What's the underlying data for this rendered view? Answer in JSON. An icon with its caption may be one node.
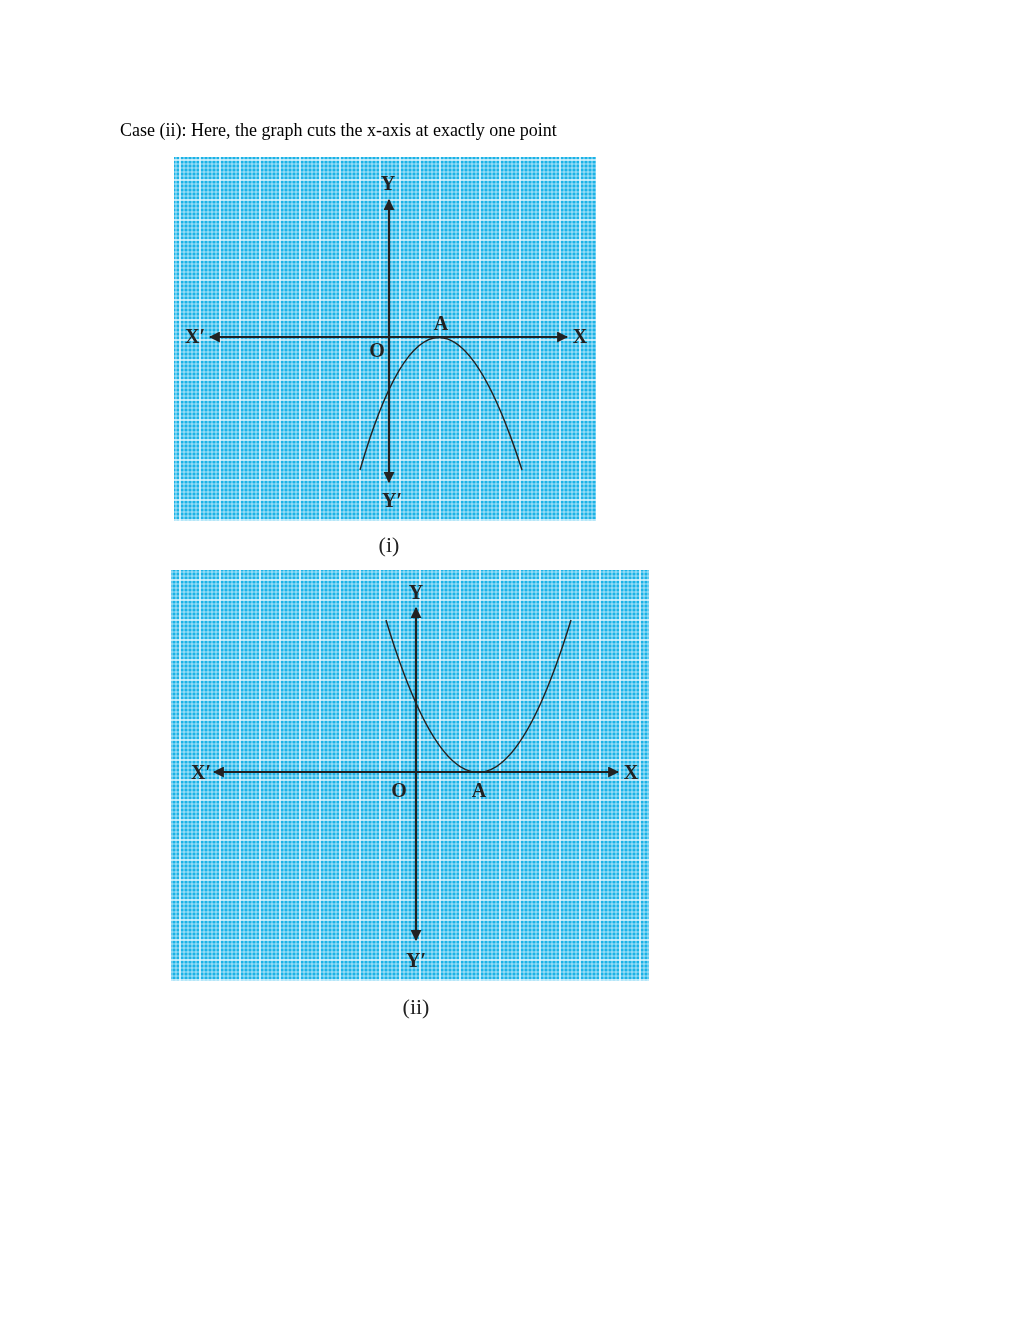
{
  "diagram": {
    "title": "Case (ii): Here, the graph cuts the x-axis at exactly one point",
    "labels": [
      "Y",
      "X′",
      "A",
      "X",
      "O",
      "Y′",
      "(i)",
      "Y",
      "X′",
      "X",
      "O",
      "A",
      "Y′",
      "(ii)"
    ]
  }
}
